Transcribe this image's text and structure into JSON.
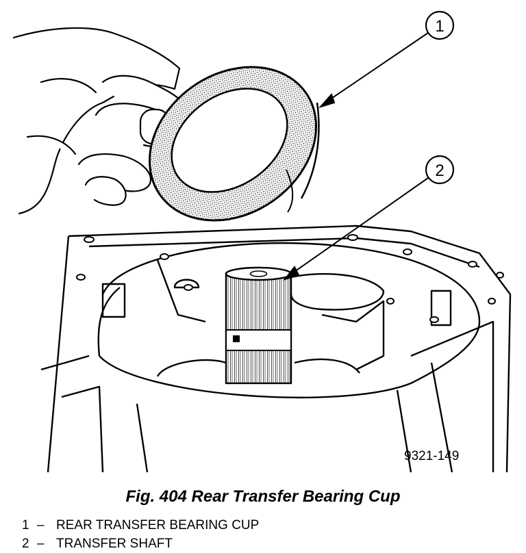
{
  "figure": {
    "caption": "Fig. 404 Rear Transfer Bearing Cup",
    "code": "9321-149",
    "callouts": [
      {
        "number": "1",
        "label": "REAR TRANSFER BEARING CUP"
      },
      {
        "number": "2",
        "label": "TRANSFER SHAFT"
      }
    ],
    "separator": "–"
  }
}
